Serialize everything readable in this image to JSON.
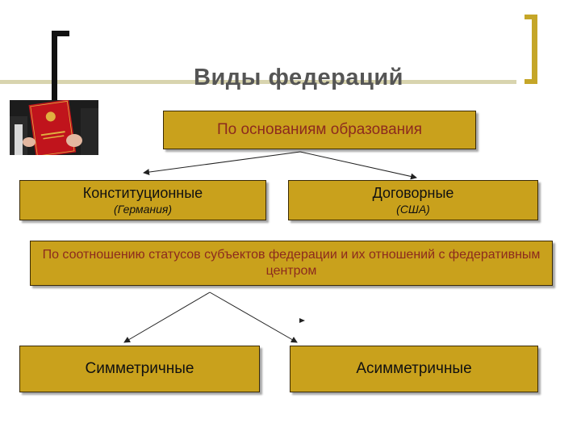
{
  "slide": {
    "title": "Виды федераций"
  },
  "diagram": {
    "top_box": "По основаниям образования",
    "constitutional": {
      "label": "Конституционные",
      "example": "(Германия)"
    },
    "contractual": {
      "label": "Договорные",
      "example": "(США)"
    },
    "middle_box": "По соотношению статусов субъектов федерации и их отношений с федеративным центром",
    "symmetric": "Симметричные",
    "asymmetric": "Асимметричные"
  },
  "colors": {
    "box_fill": "#c9a11c",
    "box_text_accent": "#8c2a1e",
    "title": "#555555",
    "bracket_right": "#c5a628",
    "bracket_left": "#111111",
    "rule": "#d8d4ae"
  }
}
